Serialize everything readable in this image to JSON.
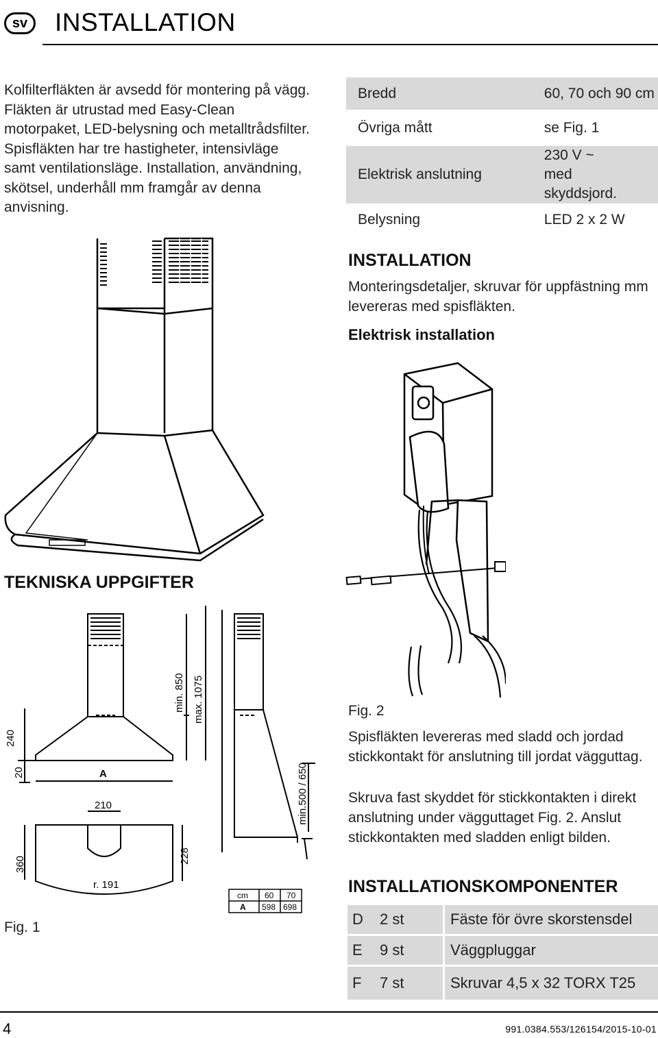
{
  "header": {
    "lang": "sv",
    "title": "INSTALLATION"
  },
  "intro": "Kolfilterfläkten är avsedd för montering på vägg. Fläkten är utrustad med Easy-Clean motorpaket, LED-belysning och metalltrådsfilter. Spisfläkten har tre hastigheter, intensivläge samt ventilationsläge. Installation, användning, skötsel, underhåll mm framgår av denna anvisning.",
  "spec_table": [
    {
      "label": "Bredd",
      "value": "60, 70 och 90 cm"
    },
    {
      "label": "Övriga mått",
      "value": "se Fig. 1"
    },
    {
      "label": "Elektrisk anslutning",
      "value": "230 V ~ med skyddsjord."
    },
    {
      "label": "Belysning",
      "value": "LED 2 x 2 W"
    }
  ],
  "installation": {
    "heading": "INSTALLATION",
    "text": "Monteringsdetaljer, skruvar för uppfästning mm levereras med spisfläkten.",
    "electrical_heading": "Elektrisk installation"
  },
  "technical_heading": "TEKNISKA UPPGIFTER",
  "fig1": {
    "label": "Fig. 1",
    "dims": {
      "min850": "min. 850",
      "max1075": "max. 1075",
      "d240": "240",
      "d20": "20",
      "A": "A",
      "d210": "210",
      "d228": "228",
      "d360": "360",
      "r191": "r. 191",
      "min500": "min.500 / 650"
    },
    "size_table": {
      "row1": [
        "cm",
        "60",
        "70"
      ],
      "row2": [
        "A",
        "598",
        "698"
      ]
    }
  },
  "fig2": {
    "label": "Fig. 2",
    "p1": "Spisfläkten levereras med sladd och jordad stickkontakt för anslutning till jordat vägguttag.",
    "p2": "Skruva fast skyddet för stickkontakten i direkt anslutning under vägguttaget Fig. 2. Anslut stickkontakten med sladden enligt bilden."
  },
  "components": {
    "heading": "INSTALLATIONSKOMPONENTER",
    "rows": [
      {
        "key": "D",
        "qty": "2 st",
        "desc": "Fäste för övre skorstensdel"
      },
      {
        "key": "E",
        "qty": "9 st",
        "desc": "Väggpluggar"
      },
      {
        "key": "F",
        "qty": "7 st",
        "desc": "Skruvar 4,5 x 32 TORX T25"
      }
    ]
  },
  "footer": {
    "page": "4",
    "docref": "991.0384.553/126154/2015-10-01"
  }
}
